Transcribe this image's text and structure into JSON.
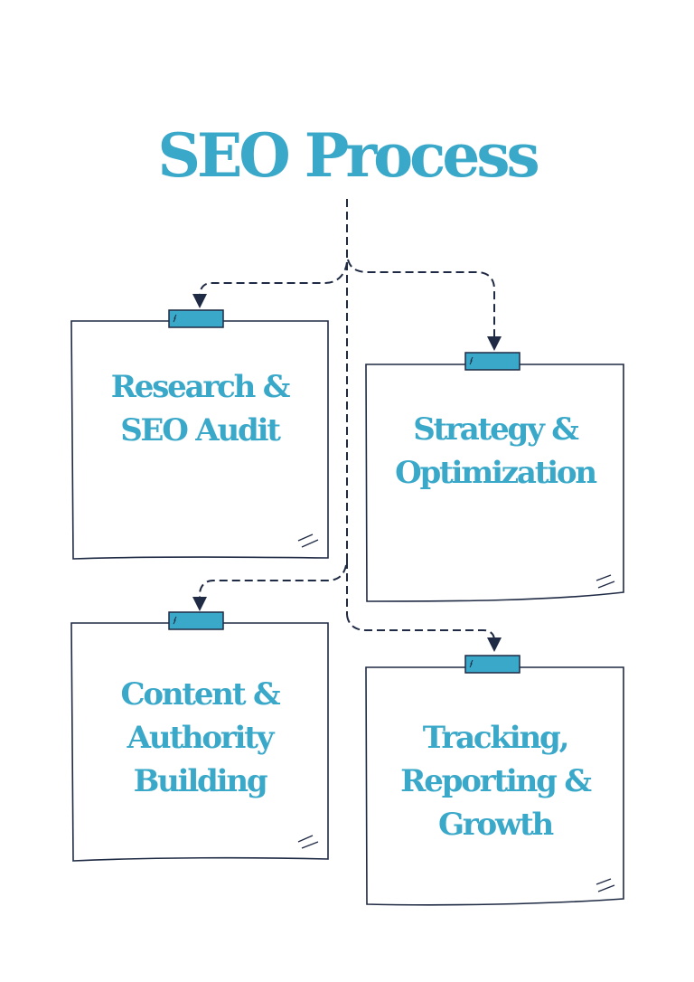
{
  "title": "SEO Process",
  "colors": {
    "accent": "#3aa8c9",
    "line": "#1f2a44",
    "tab_fill": "#3aa8c9",
    "background": "#ffffff"
  },
  "steps": [
    {
      "id": 1,
      "label": "Research &\nSEO Audit",
      "position": "top-left",
      "icon": "tape-tab"
    },
    {
      "id": 2,
      "label": "Strategy &\nOptimization",
      "position": "middle-right",
      "icon": "tape-tab"
    },
    {
      "id": 3,
      "label": "Content &\nAuthority\nBuilding",
      "position": "bottom-left",
      "icon": "tape-tab"
    },
    {
      "id": 4,
      "label": "Tracking,\nReporting &\nGrowth",
      "position": "bottom-right",
      "icon": "tape-tab"
    }
  ],
  "connectors": {
    "style": "dashed",
    "arrows": [
      {
        "from": "title",
        "to": "step-1"
      },
      {
        "from": "title",
        "to": "step-2"
      },
      {
        "from": "title",
        "to": "step-3"
      },
      {
        "from": "title",
        "to": "step-4"
      }
    ]
  }
}
